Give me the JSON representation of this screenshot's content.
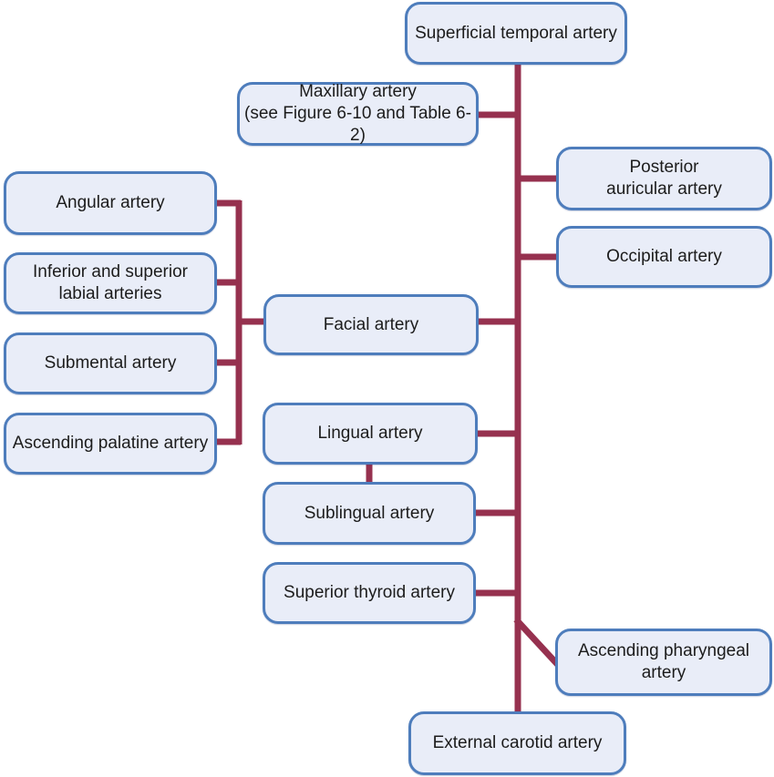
{
  "diagram": {
    "type": "flowchart",
    "subject": "Branches of the external carotid artery",
    "colors": {
      "node_fill": "#e9edf8",
      "node_border": "#4e7dbc",
      "connector": "#96314f",
      "text": "#1c1c1c",
      "background": "#ffffff"
    }
  },
  "nodes": {
    "superficial_temporal": {
      "lines": [
        "Superficial temporal artery"
      ]
    },
    "maxillary": {
      "lines": [
        "Maxillary artery",
        "(see Figure 6-10 and Table 6-2)"
      ]
    },
    "posterior_auricular": {
      "lines": [
        "Posterior",
        "auricular artery"
      ]
    },
    "occipital": {
      "lines": [
        "Occipital artery"
      ]
    },
    "angular": {
      "lines": [
        "Angular artery"
      ]
    },
    "inferior_superior_labial": {
      "lines": [
        "Inferior and superior",
        "labial arteries"
      ]
    },
    "submental": {
      "lines": [
        "Submental artery"
      ]
    },
    "ascending_palatine": {
      "lines": [
        "Ascending palatine artery"
      ]
    },
    "facial": {
      "lines": [
        "Facial artery"
      ]
    },
    "lingual": {
      "lines": [
        "Lingual artery"
      ]
    },
    "sublingual": {
      "lines": [
        "Sublingual artery"
      ]
    },
    "superior_thyroid": {
      "lines": [
        "Superior thyroid artery"
      ]
    },
    "ascending_pharyngeal": {
      "lines": [
        "Ascending pharyngeal",
        "artery"
      ]
    },
    "external_carotid": {
      "lines": [
        "External carotid artery"
      ]
    }
  }
}
